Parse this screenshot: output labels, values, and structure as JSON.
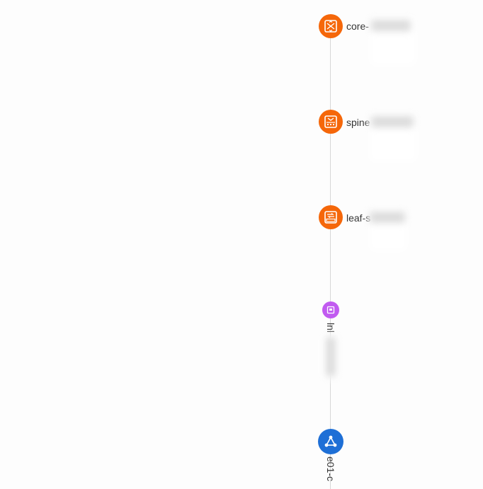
{
  "topology": {
    "nodes": [
      {
        "label": "core-",
        "type": "core-switch",
        "color": "#f5670a",
        "icon": "core-switch-icon"
      },
      {
        "label": "spine",
        "type": "spine-switch",
        "color": "#f5670a",
        "icon": "spine-switch-icon"
      },
      {
        "label": "leaf-s",
        "type": "leaf-switch",
        "color": "#f5670a",
        "icon": "leaf-switch-icon"
      },
      {
        "label": "lnl",
        "type": "link-port",
        "color": "#c15bf0",
        "icon": "port-icon"
      },
      {
        "label": "e01-c",
        "type": "network-hub",
        "color": "#1e6fd6",
        "icon": "network-triangle-icon"
      }
    ],
    "link_color": "#d7d7d7"
  }
}
